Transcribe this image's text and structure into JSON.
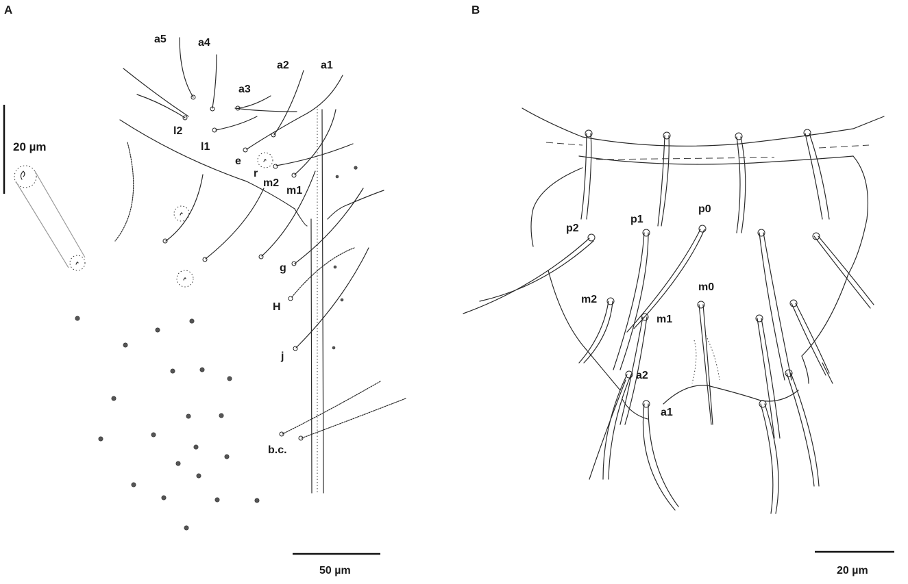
{
  "panel_a": {
    "letter": "A",
    "scale_inset_label": "20 µm",
    "scale_bar_label": "50 µm",
    "labels": {
      "a5": "a5",
      "a4": "a4",
      "a3": "a3",
      "a2": "a2",
      "a1": "a1",
      "l2": "l2",
      "l1": "l1",
      "e": "e",
      "r": "r",
      "m2": "m2",
      "m1": "m1",
      "g": "g",
      "H": "H",
      "j": "j",
      "bc": "b.c."
    }
  },
  "panel_b": {
    "letter": "B",
    "scale_bar_label": "20 µm",
    "labels": {
      "p2": "p2",
      "p1": "p1",
      "p0": "p0",
      "m2": "m2",
      "m1": "m1",
      "m0": "m0",
      "a2": "a2",
      "a1": "a1"
    }
  }
}
